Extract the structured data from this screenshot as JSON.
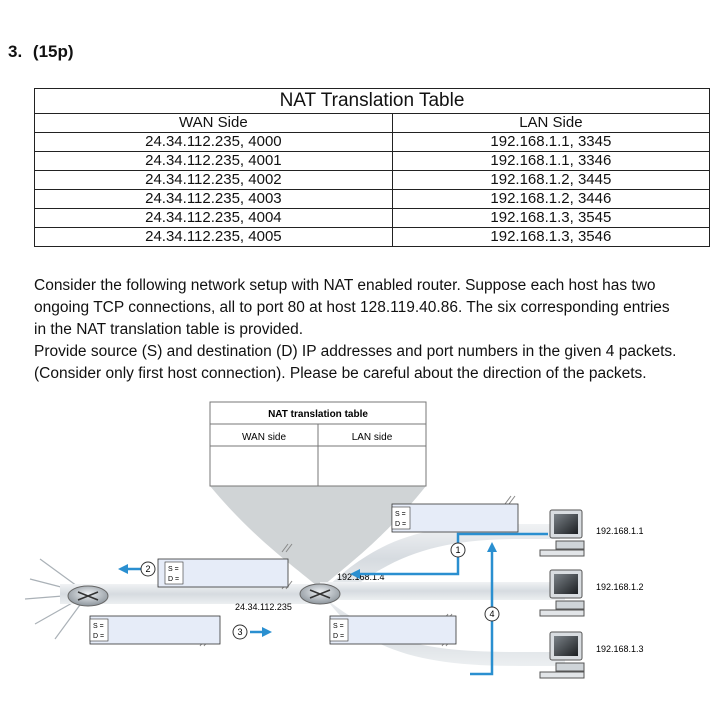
{
  "question": {
    "number_label": "3.",
    "points_label": "(15p)"
  },
  "table": {
    "title": "NAT Translation Table",
    "headers": [
      "WAN Side",
      "LAN Side"
    ],
    "rows": [
      [
        "24.34.112.235, 4000",
        "192.168.1.1, 3345"
      ],
      [
        "24.34.112.235, 4001",
        "192.168.1.1, 3346"
      ],
      [
        "24.34.112.235, 4002",
        "192.168.1.2, 3445"
      ],
      [
        "24.34.112.235, 4003",
        "192.168.1.2, 3446"
      ],
      [
        "24.34.112.235, 4004",
        "192.168.1.3, 3545"
      ],
      [
        "24.34.112.235, 4005",
        "192.168.1.3, 3546"
      ]
    ]
  },
  "paragraph": {
    "line1": "Consider the following network setup with NAT enabled router. Suppose each host has two",
    "line2": "ongoing TCP connections, all to port 80 at host 128.119.40.86. The six corresponding entries",
    "line3": "in the NAT translation table is provided.",
    "line4": "Provide source (S) and destination (D) IP addresses and port numbers in the given 4 packets.",
    "line5": "(Consider only first host connection). Please be careful about the direction of the packets."
  },
  "diagram": {
    "table_title": "NAT translation table",
    "wan_col": "WAN side",
    "lan_col": "LAN side",
    "router_lan_ip": "192.168.1.4",
    "router_wan_ip": "24.34.112.235",
    "host1_ip": "192.168.1.1",
    "host2_ip": "192.168.1.2",
    "host3_ip": "192.168.1.3",
    "s_label": "S =",
    "d_label": "D =",
    "step1": "1",
    "step2": "2",
    "step3": "3",
    "step4": "4",
    "colors": {
      "accent": "#2a8fd0",
      "link": "#dfe3e6",
      "packet": "#e6ecf8"
    }
  }
}
